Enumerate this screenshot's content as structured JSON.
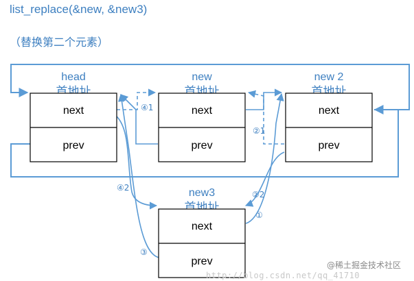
{
  "title": "list_replace(&new, &new3)",
  "subtitle": "（替换第二个元素）",
  "colors": {
    "accent_text": "#3d7fc0",
    "arrow_blue": "#5b9bd5",
    "box_border": "#000000"
  },
  "nodes": {
    "head": {
      "name": "head",
      "addr": "首地址",
      "next": "next",
      "prev": "prev"
    },
    "new": {
      "name": "new",
      "addr": "首地址",
      "next": "next",
      "prev": "prev"
    },
    "new2": {
      "name": "new 2",
      "addr": "首地址",
      "next": "next",
      "prev": "prev"
    },
    "new3": {
      "name": "new3",
      "addr": "首地址",
      "next": "next",
      "prev": "prev"
    }
  },
  "steps": {
    "s1": "①",
    "s2_1": "②1",
    "s2_2": "②2",
    "s3": "③",
    "s4_1": "④1",
    "s4_2": "④2"
  },
  "watermark": {
    "cn": "@稀土掘金技术社区",
    "url": "http://blog.csdn.net/qq_41710"
  }
}
